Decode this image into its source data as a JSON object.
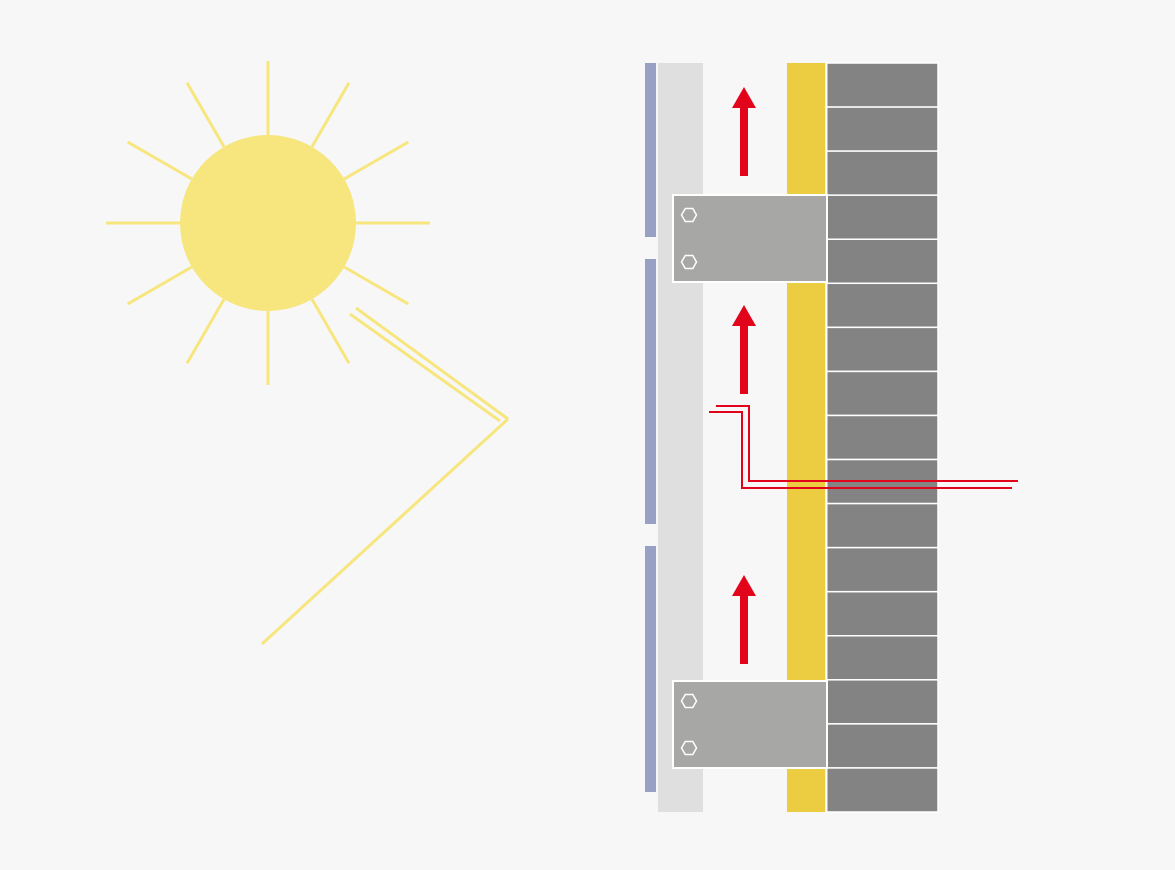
{
  "diagram": {
    "description_visible_text": [],
    "colors": {
      "background": "#f7f7f7",
      "sun": "#f7e67e",
      "cladding": "#98a0c6",
      "substructure": "#dfdfdf",
      "insulation": "#eccd42",
      "masonry": "#838383",
      "bracket": "#a7a7a5",
      "airflow_arrow": "#e2041b",
      "heat_line": "#e2041b",
      "outline": "#ffffff"
    },
    "icons": {
      "sun": "sun-icon",
      "airflow": "arrow-up-icon",
      "fastener": "hex-bolt-icon"
    },
    "bricks": 17,
    "arrows": 3,
    "cladding_panels": 3,
    "brackets": 2
  }
}
